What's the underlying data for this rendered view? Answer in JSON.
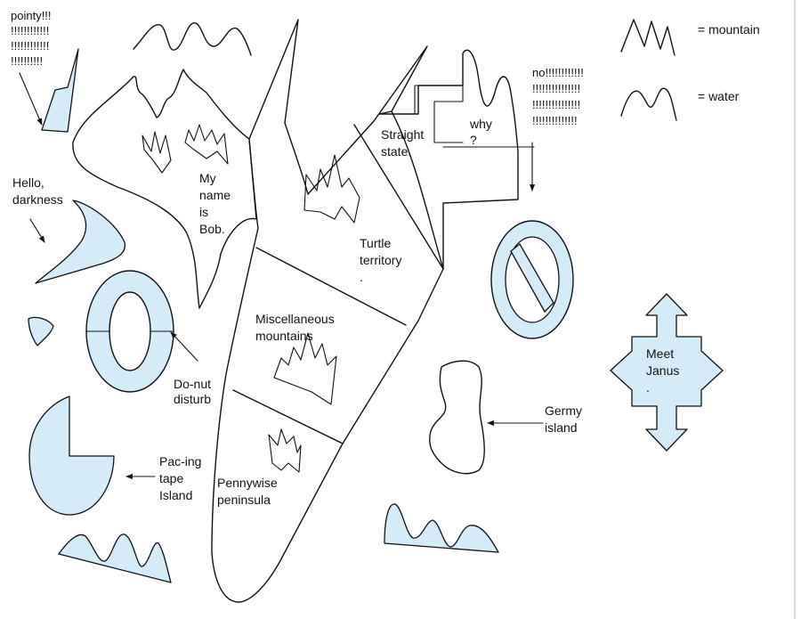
{
  "colors": {
    "water_fill": "#d6ebf8",
    "ink": "#111111",
    "paper": "#ffffff"
  },
  "legend": {
    "mountain_label": "= mountain",
    "water_label": "= water"
  },
  "labels": {
    "pointy": [
      "pointy!!!",
      "!!!!!!!!!!!!",
      "!!!!!!!!!!!!",
      "!!!!!!!!!!"
    ],
    "no": [
      "no!!!!!!!!!!!!",
      "!!!!!!!!!!!!!!!",
      "!!!!!!!!!!!!!!!",
      "!!!!!!!!!!!!!!"
    ],
    "hello_darkness": [
      "Hello,",
      "darkness"
    ],
    "my_name_is_bob": [
      "My",
      "name",
      "is",
      "Bob."
    ],
    "straight_state": [
      "Straight",
      "state."
    ],
    "why": [
      "why",
      "?"
    ],
    "turtle_territory": [
      "Turtle",
      "territory",
      "."
    ],
    "miscellaneous_mountains": [
      "Miscellaneous",
      "mountains"
    ],
    "do_nut_disturb": [
      "Do-nut",
      "disturb"
    ],
    "germy_island": [
      "Germy",
      "island"
    ],
    "meet_janus": [
      "Meet",
      "Janus",
      "."
    ],
    "pac_ing_tape_island": [
      "Pac-ing",
      "tape",
      "Island"
    ],
    "pennywise_peninsula": [
      "Pennywise",
      "peninsula"
    ]
  }
}
